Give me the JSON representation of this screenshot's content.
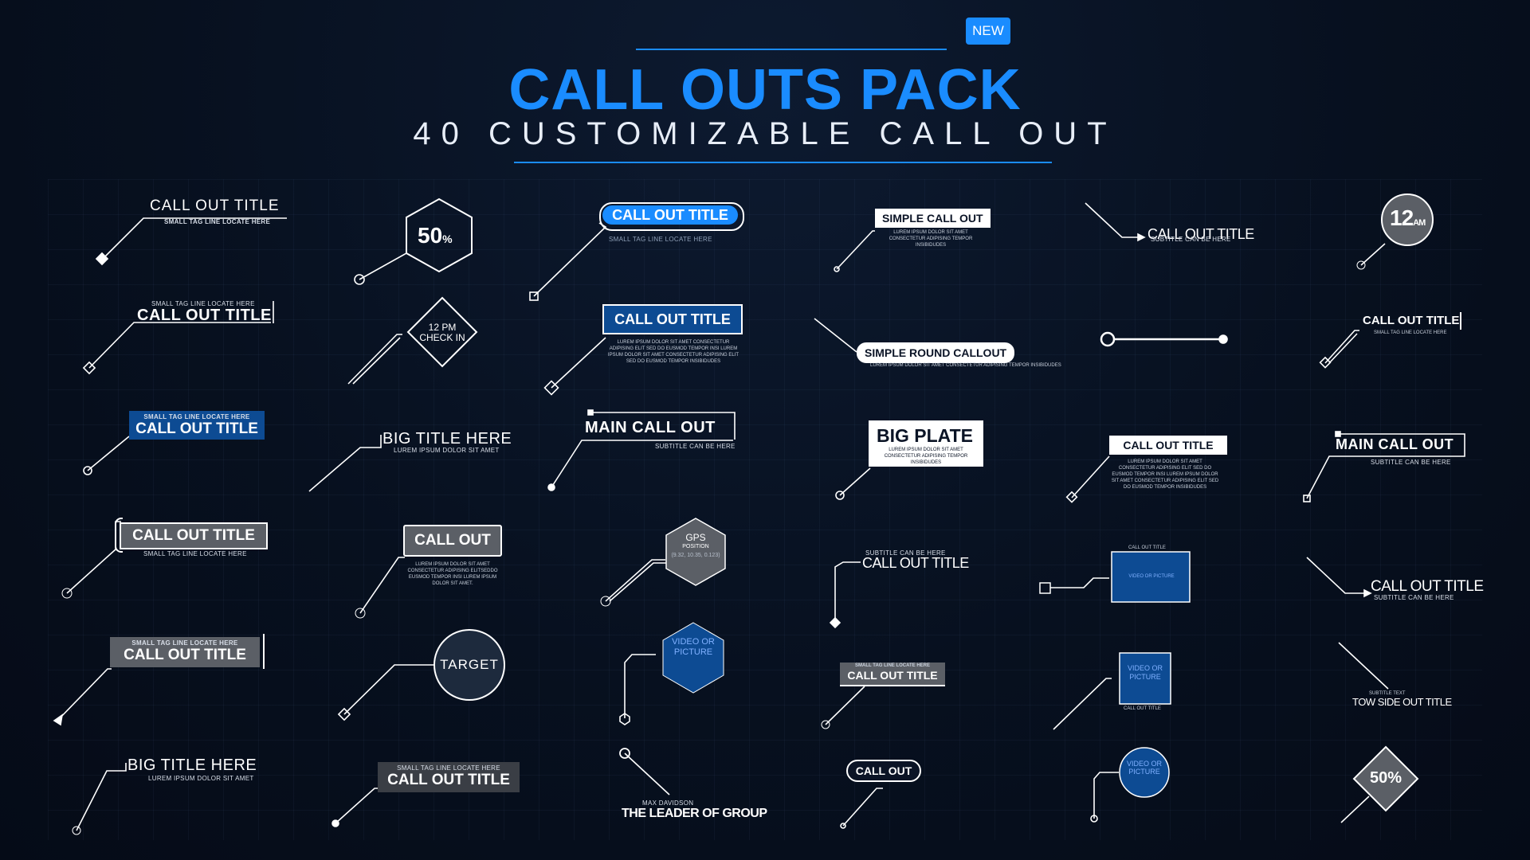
{
  "header": {
    "new_badge": "NEW",
    "title": "CALL OUTS PACK",
    "subtitle": "40 CUSTOMIZABLE CALL OUT"
  },
  "callouts": {
    "c1": {
      "title": "CALL OUT TITLE",
      "tag": "SMALL TAG LINE LOCATE HERE"
    },
    "c2": {
      "value": "50",
      "unit": "%"
    },
    "c3": {
      "title": "CALL OUT TITLE",
      "tag": "SMALL TAG LINE LOCATE HERE"
    },
    "c4": {
      "tag": "SMALL TAG LINE LOCATE HERE",
      "title": "CALL OUT TITLE"
    },
    "c5": {
      "time": "12 PM",
      "label": "CHECK IN"
    },
    "c6": {
      "title": "CALL OUT TITLE",
      "body": "LUREM IPSUM DOLOR SIT AMET CONSECTETUR ADIPISING ELIT SED DO EUSMOD TEMPOR INSI LUREM IPSUM DOLOR SIT AMET CONSECTETUR ADIPISING ELIT SED DO EUSMOD TEMPOR INSIBIDUDES"
    },
    "c7": {
      "tag": "SMALL TAG LINE LOCATE HERE",
      "title": "CALL OUT TITLE"
    },
    "c8": {
      "title": "BIG TITLE HERE",
      "sub": "LUREM IPSUM DOLOR SIT AMET"
    },
    "c9": {
      "title": "MAIN CALL OUT",
      "sub": "SUBTITLE CAN BE HERE"
    },
    "c10": {
      "title": "CALL OUT TITLE",
      "tag": "SMALL TAG LINE LOCATE HERE"
    },
    "c11": {
      "title": "CALL OUT",
      "body": "LUREM IPSUM DOLOR SIT AMET CONSECTETUR ADIPISING ELITSEDDO EUSMOD TEMPOR INSI LUREM IPSUM DOLOR SIT AMET."
    },
    "c12": {
      "title": "GPS",
      "line2": "POSITION",
      "coords": "(9.32, 10.35, 0.123)"
    },
    "c13": {
      "tag": "SMALL TAG LINE LOCATE HERE",
      "title": "CALL OUT TITLE"
    },
    "c14": {
      "label": "TARGET"
    },
    "c15": {
      "label": "VIDEO OR PICTURE"
    },
    "c16": {
      "title": "BIG TITLE HERE",
      "sub": "LUREM IPSUM DOLOR SIT AMET"
    },
    "c17": {
      "tag": "SMALL TAG LINE LOCATE HERE",
      "title": "CALL OUT TITLE"
    },
    "c18": {
      "name": "MAX DAVIDSON",
      "title": "THE LEADER OF GROUP"
    },
    "c19": {
      "title": "SIMPLE CALL OUT",
      "body": "LUREM IPSUM DOLOR SIT AMET CONSECTETUR ADIPISING TEMPOR INSIBIDUDES"
    },
    "c20": {
      "title": "CALL OUT TITLE",
      "sub": "SUBTITLE CAN BE HERE"
    },
    "c21": {
      "value": "12",
      "unit": "AM"
    },
    "c22": {
      "title": "SIMPLE ROUND CALLOUT",
      "body": "LUREM IPSUM DOLOR SIT AMET CONSECTETUR ADIPISING TEMPOR INSIBIDUDES"
    },
    "c23": {
      "title": "CALL OUT TITLE",
      "tag": "SMALL TAG LINE LOCATE HERE"
    },
    "c24": {
      "title": "BIG PLATE",
      "body": "LUREM IPSUM DOLOR SIT AMET CONSECTETUR ADIPISING TEMPOR INSIBIDUDES"
    },
    "c25": {
      "title": "CALL OUT TITLE",
      "body": "LUREM IPSUM DOLOR SIT AMET CONSECTETUR ADIPISING ELIT SED DO EUSMOD TEMPOR INSI LUREM IPSUM DOLOR SIT AMET CONSECTETUR ADIPISING ELIT SED DO EUSMOD TEMPOR INSIBIDUDES"
    },
    "c26": {
      "title": "MAIN CALL OUT",
      "sub": "SUBTITLE CAN BE HERE"
    },
    "c27": {
      "sub": "SUBTITLE CAN BE HERE",
      "title": "CALL OUT TITLE"
    },
    "c28": {
      "top": "CALL OUT TITLE",
      "label": "VIDEO OR PICTURE"
    },
    "c29": {
      "title": "CALL OUT TITLE",
      "sub": "SUBTITLE CAN BE HERE"
    },
    "c30": {
      "tag": "SMALL TAG LINE LOCATE HERE",
      "title": "CALL OUT TITLE"
    },
    "c31": {
      "label": "VIDEO OR PICTURE",
      "bottom": "CALL OUT TITLE"
    },
    "c32": {
      "sub": "SUBTITLE TEXT",
      "title": "TOW SIDE OUT TITLE"
    },
    "c33": {
      "title": "CALL OUT"
    },
    "c34": {
      "label": "VIDEO OR PICTURE"
    },
    "c35": {
      "value": "50%"
    }
  },
  "colors": {
    "accent": "#1a8cff",
    "panel_blue": "#0d4b93",
    "panel_gray": "#5b5f66",
    "background": "#07101f"
  }
}
